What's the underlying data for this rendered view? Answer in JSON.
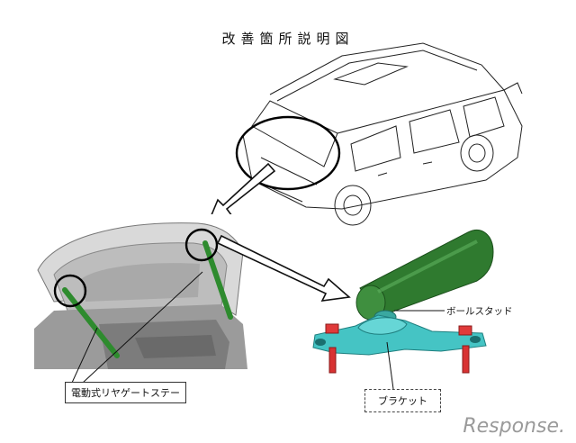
{
  "title": "改善箇所説明図",
  "labels": {
    "stay": "電動式リヤゲートステー",
    "ball_stud": "ボールスタッド",
    "bracket": "ブラケット"
  },
  "watermark": "Response."
}
